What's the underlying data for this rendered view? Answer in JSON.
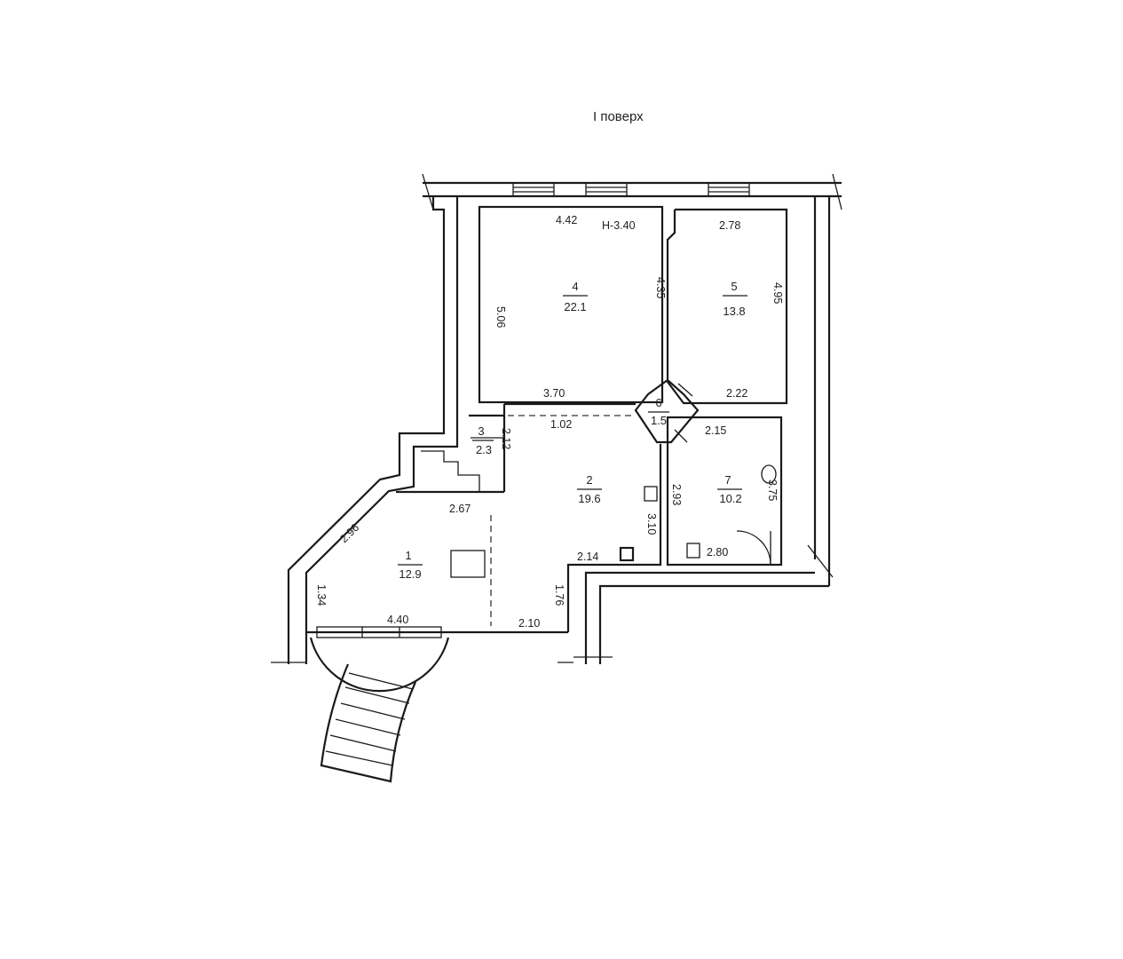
{
  "title": "I поверх",
  "ceiling_height": "H-3.40",
  "rooms": {
    "r1": {
      "number": "1",
      "area": "12.9"
    },
    "r2": {
      "number": "2",
      "area": "19.6"
    },
    "r3": {
      "number": "3",
      "area": "2.3"
    },
    "r4": {
      "number": "4",
      "area": "22.1"
    },
    "r5": {
      "number": "5",
      "area": "13.8"
    },
    "r6": {
      "number": "6",
      "area": "1.5"
    },
    "r7": {
      "number": "7",
      "area": "10.2"
    }
  },
  "dimensions": {
    "d442": "4.42",
    "d278": "2.78",
    "d506": "5.06",
    "d435": "4.35",
    "d495": "4.95",
    "d370": "3.70",
    "d222": "2.22",
    "d102": "1.02",
    "d212": "2.12",
    "d215": "2.15",
    "d267": "2.67",
    "d293": "2.93",
    "d375": "3.75",
    "d310": "3.10",
    "d296": "2.96",
    "d214": "2.14",
    "d280": "2.80",
    "d134": "1.34",
    "d176": "1.76",
    "d440": "4.40",
    "d210": "2.10"
  }
}
